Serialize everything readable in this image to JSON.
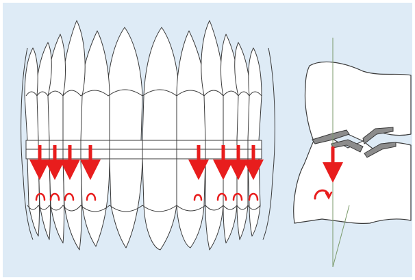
{
  "colors": {
    "background": "#deebf6",
    "frame": "#ffffff",
    "outline": "#3a3a3a",
    "tooth_fill": "#ffffff",
    "force_arrow": "#e81d1d",
    "contact_gray": "#8c8c8c",
    "axis_line": "#7a9a6a"
  },
  "left_panel": {
    "view": "frontal-dentition",
    "force_arrows": 8,
    "rotation_marks": 8
  },
  "right_panel": {
    "view": "molar-cross-section",
    "force_arrows": 1,
    "rotation_marks": 1
  }
}
